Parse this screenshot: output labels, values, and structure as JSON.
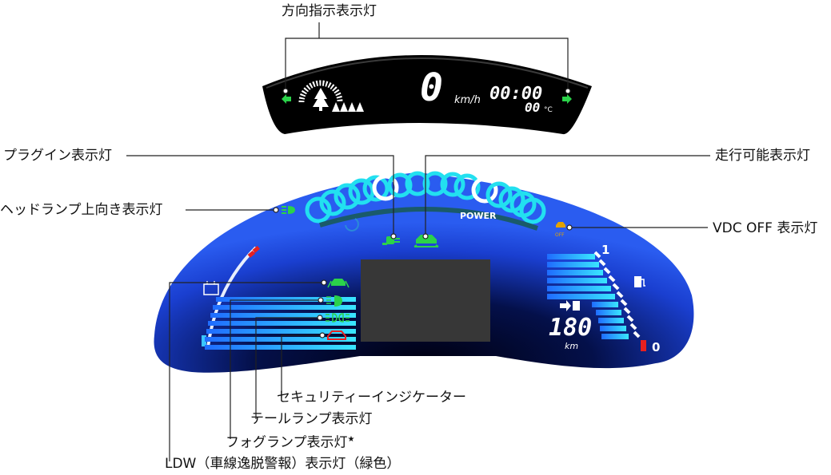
{
  "labels": {
    "turn_signal": "方向指示表示灯",
    "plugin": "プラグイン表示灯",
    "ready": "走行可能表示灯",
    "high_beam": "ヘッドランプ上向き表示灯",
    "vdc_off": "VDC OFF 表示灯",
    "security": "セキュリティーインジケーター",
    "tail_lamp": "テールランプ表示灯",
    "fog_lamp": "フォグランプ表示灯",
    "fog_star": "★",
    "ldw": "LDW（車線逸脱警報）表示灯（緑色）"
  },
  "upper_meter": {
    "speed": "0",
    "speed_unit": "km/h",
    "clock": "00:00",
    "outside_temp": "00",
    "temp_unit": "°C"
  },
  "lower_meter": {
    "power_label": "POWER",
    "vdc_text": "OFF",
    "battery_full": "1",
    "battery_empty": "0",
    "range_value": "180",
    "range_unit": "km"
  },
  "colors": {
    "indicator_green": "#2bd24a",
    "ring_cyan": "#22e0f0",
    "gauge_blue": "#1a46d8",
    "warning_red": "#e62020",
    "vdc_amber": "#e2a200"
  },
  "icons": [
    "turn-left-arrow-icon",
    "turn-right-arrow-icon",
    "eco-tree-icon",
    "plugin-icon",
    "ready-car-icon",
    "high-beam-icon",
    "vdc-off-icon",
    "ldw-icon",
    "fog-lamp-icon",
    "tail-lamp-icon",
    "security-car-icon",
    "battery-temp-icon",
    "fuel-pump-icon",
    "charge-spot-icon"
  ]
}
